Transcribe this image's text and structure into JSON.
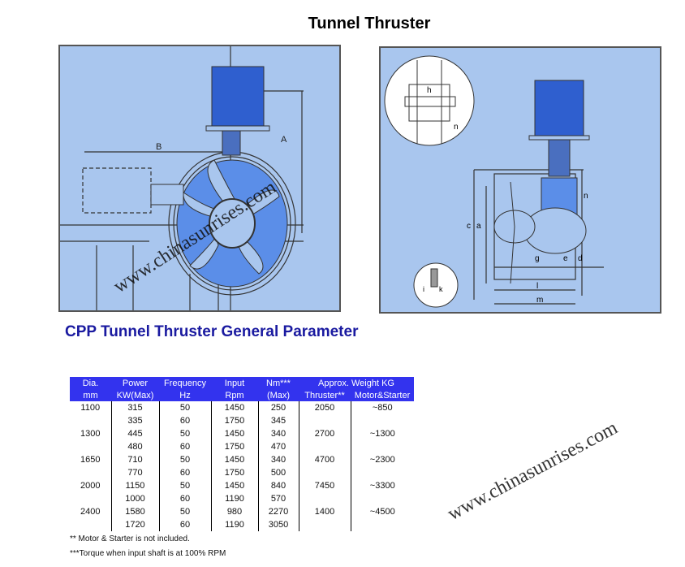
{
  "title": "Tunnel Thruster",
  "diagram_left": {
    "labels": {
      "A": "A",
      "B": "B"
    }
  },
  "diagram_right": {
    "labels": {
      "h": "h",
      "n1": "n",
      "n2": "n",
      "c": "c",
      "a": "a",
      "g": "g",
      "e": "e",
      "d": "d",
      "l": "l",
      "m": "m",
      "i": "i",
      "k": "k"
    }
  },
  "watermark": "www.chinasunrises.com",
  "subtitle": "CPP Tunnel Thruster General Parameter",
  "table": {
    "header1": [
      "Dia.",
      "Power",
      "Frequency",
      "Input",
      "Nm***",
      "Approx. Weight KG"
    ],
    "header2": [
      "mm",
      "KW(Max)",
      "Hz",
      "Rpm",
      "(Max)",
      "Thruster**",
      "Motor&Starter"
    ],
    "rows": [
      [
        "1100",
        "315",
        "50",
        "1450",
        "250",
        "2050",
        "~850"
      ],
      [
        "",
        "335",
        "60",
        "1750",
        "345",
        "",
        ""
      ],
      [
        "1300",
        "445",
        "50",
        "1450",
        "340",
        "2700",
        "~1300"
      ],
      [
        "",
        "480",
        "60",
        "1750",
        "470",
        "",
        ""
      ],
      [
        "1650",
        "710",
        "50",
        "1450",
        "340",
        "4700",
        "~2300"
      ],
      [
        "",
        "770",
        "60",
        "1750",
        "500",
        "",
        ""
      ],
      [
        "2000",
        "1150",
        "50",
        "1450",
        "840",
        "7450",
        "~3300"
      ],
      [
        "",
        "1000",
        "60",
        "1190",
        "570",
        "",
        ""
      ],
      [
        "2400",
        "1580",
        "50",
        "980",
        "2270",
        "1400",
        "~4500"
      ],
      [
        "",
        "1720",
        "60",
        "1190",
        "3050",
        "",
        ""
      ]
    ]
  },
  "notes": [
    "** Motor & Starter is not included.",
    "***Torque when input shaft is at 100% RPM"
  ]
}
